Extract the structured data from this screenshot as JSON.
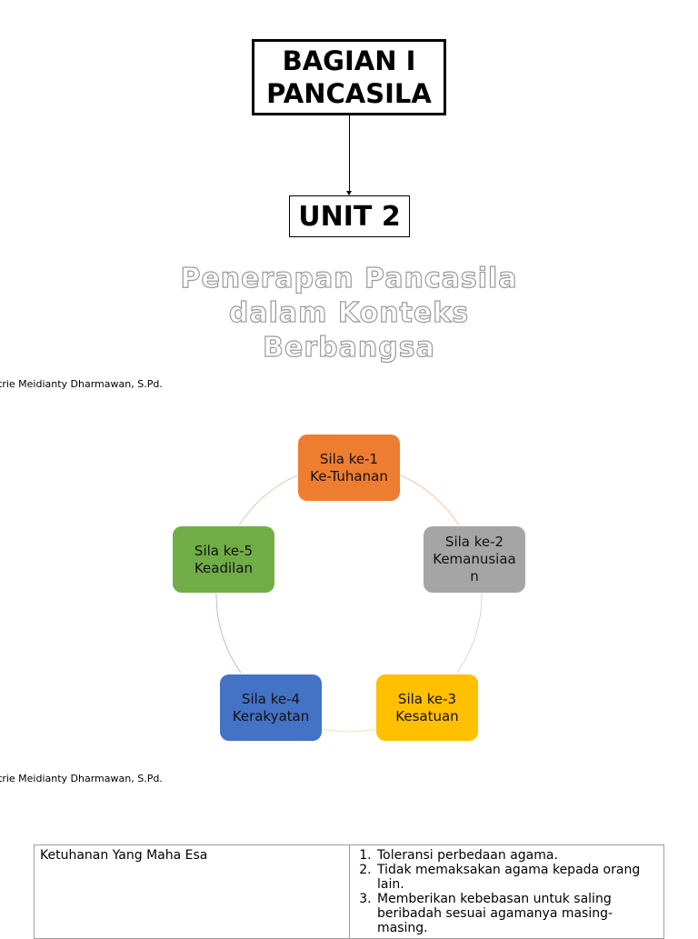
{
  "header": {
    "part_line1": "BAGIAN I",
    "part_line2": "PANCASILA",
    "unit": "UNIT 2",
    "subtitle_line1": "Penerapan Pancasila",
    "subtitle_line2": "dalam Konteks",
    "subtitle_line3": "Berbangsa"
  },
  "author": "trie Meidianty Dharmawan, S.Pd.",
  "cycle": {
    "nodes": [
      {
        "line1": "Sila ke-1",
        "line2": "Ke-Tuhanan",
        "color": "#ED7D31"
      },
      {
        "line1": "Sila ke-2",
        "line2": "Kemanusiaan",
        "color": "#A5A5A5"
      },
      {
        "line1": "Sila ke-3",
        "line2": "Kesatuan",
        "color": "#FFC000"
      },
      {
        "line1": "Sila ke-4",
        "line2": "Kerakyatan",
        "color": "#4472C4"
      },
      {
        "line1": "Sila ke-5",
        "line2": "Keadilan",
        "color": "#70AD47"
      }
    ]
  },
  "table": {
    "rows": [
      {
        "principle": "Ketuhanan Yang Maha Esa",
        "points": [
          "Toleransi perbedaan agama.",
          "Tidak memaksakan agama kepada orang lain.",
          "Memberikan kebebasan untuk saling beribadah sesuai agamanya masing-masing."
        ]
      }
    ]
  }
}
